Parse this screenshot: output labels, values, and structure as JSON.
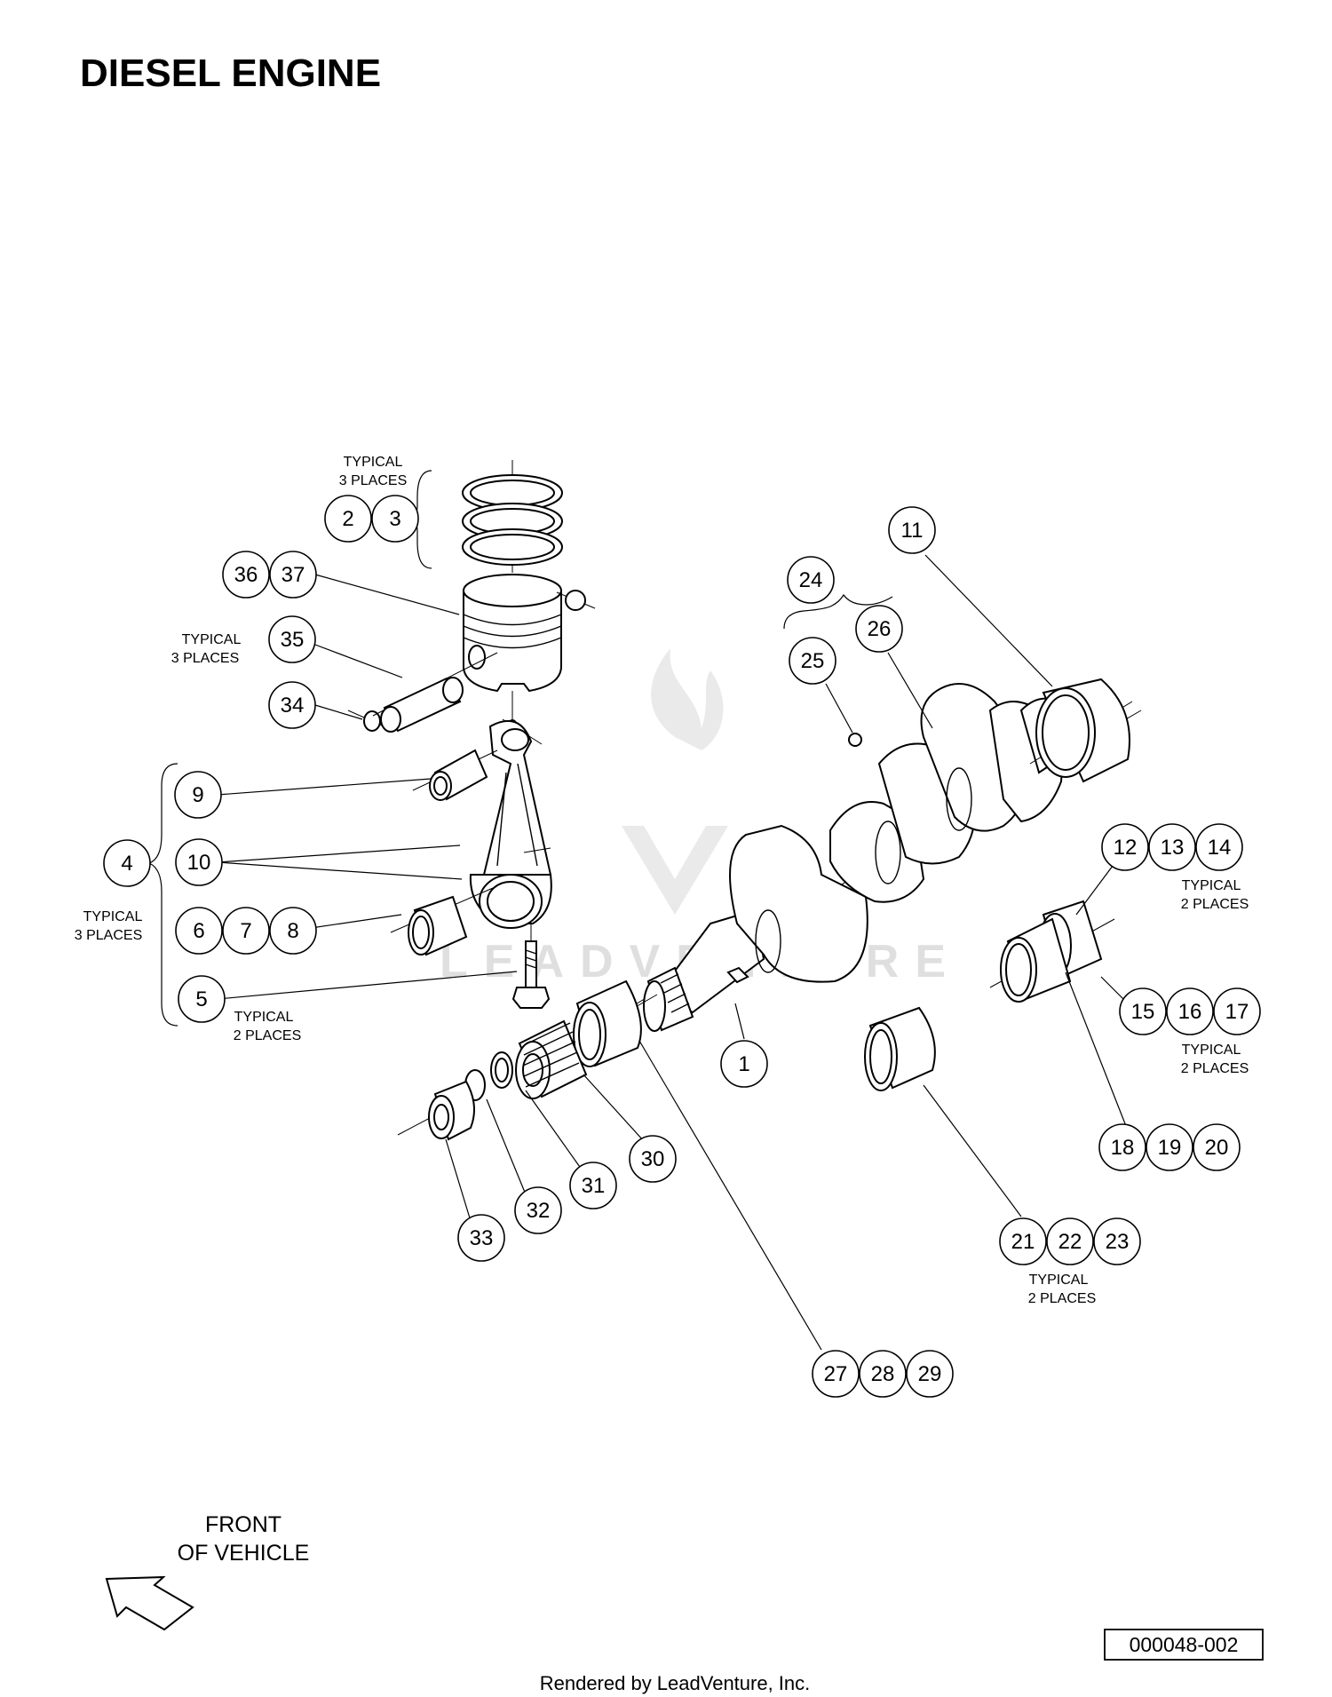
{
  "title": "DIESEL ENGINE",
  "notes": {
    "typical_3_places": [
      "TYPICAL",
      "3 PLACES"
    ],
    "typical_2_places": [
      "TYPICAL",
      "2 PLACES"
    ]
  },
  "front_of_vehicle": [
    "FRONT",
    "OF VEHICLE"
  ],
  "drawing_number": "000048-002",
  "watermark": "LEADVENTURE",
  "rendered_by": "Rendered by LeadVenture, Inc.",
  "callouts": [
    "1",
    "2",
    "3",
    "4",
    "5",
    "6",
    "7",
    "8",
    "9",
    "10",
    "11",
    "12",
    "13",
    "14",
    "15",
    "16",
    "17",
    "18",
    "19",
    "20",
    "21",
    "22",
    "23",
    "24",
    "25",
    "26",
    "27",
    "28",
    "29",
    "30",
    "31",
    "32",
    "33",
    "34",
    "35",
    "36",
    "37"
  ]
}
